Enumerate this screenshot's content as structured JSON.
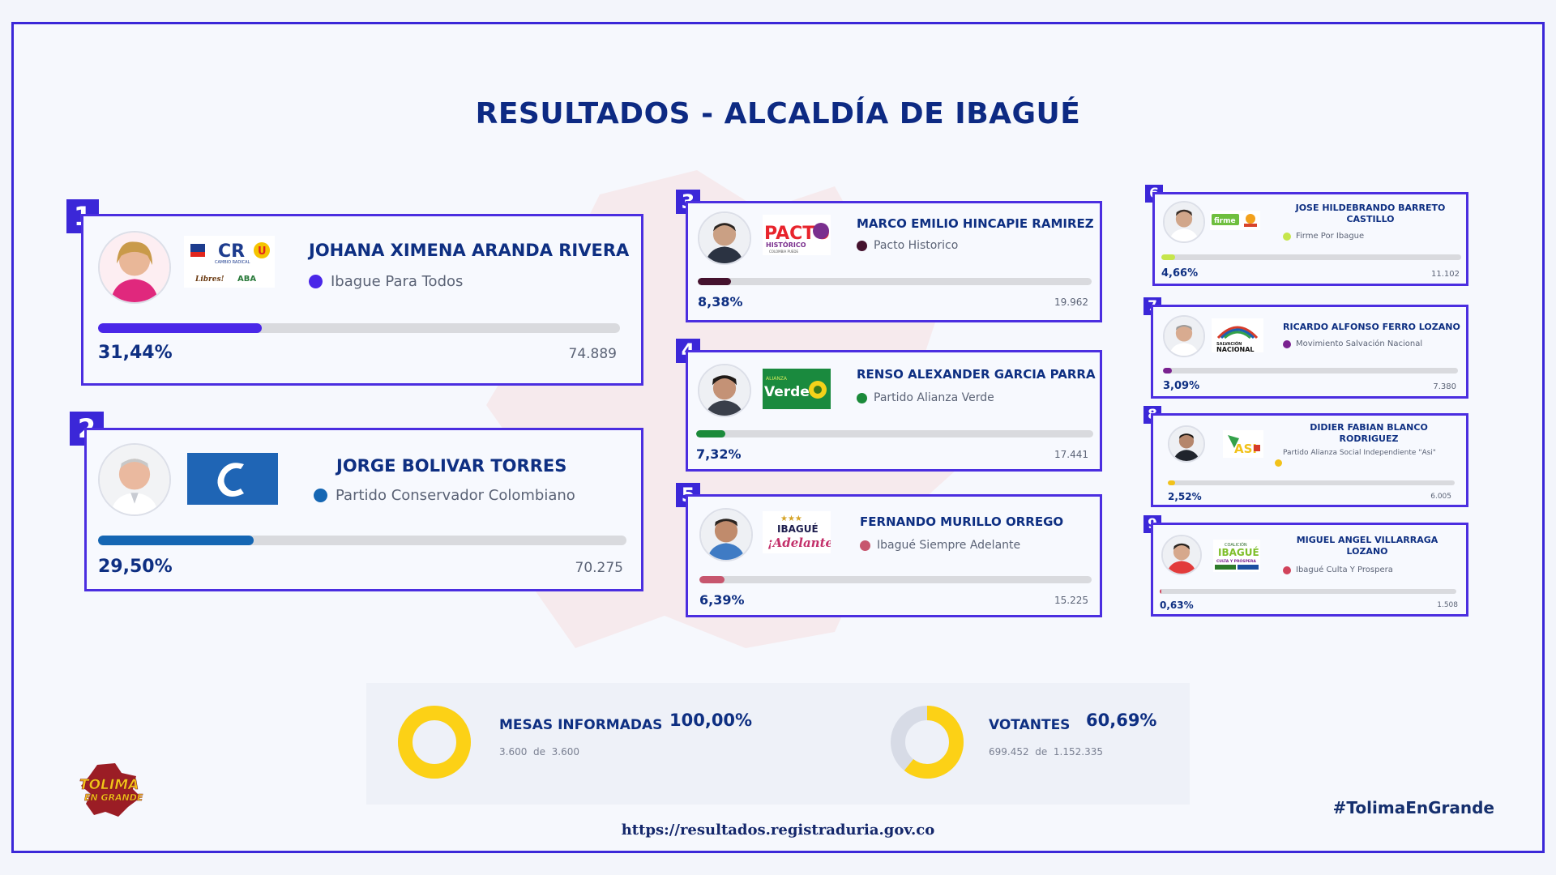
{
  "title": "RESULTADOS - ALCALDÍA DE IBAGUÉ",
  "colors": {
    "frame": "#3b27d8",
    "navy": "#0e2f82",
    "bar_track": "#d9dade",
    "ring_yellow": "#fcd116"
  },
  "candidates": [
    {
      "rank": "1",
      "name": "JOHANA XIMENA ARANDA RIVERA",
      "party": "Ibague Para Todos",
      "color": "#4a27e8",
      "percent": "31,44%",
      "share": 0.3144,
      "votes": "74.889"
    },
    {
      "rank": "2",
      "name": "JORGE BOLIVAR TORRES",
      "party": "Partido Conservador Colombiano",
      "color": "#1566b3",
      "percent": "29,50%",
      "share": 0.295,
      "votes": "70.275"
    },
    {
      "rank": "3",
      "name": "MARCO EMILIO HINCAPIE RAMIREZ",
      "party": "Pacto Historico",
      "color": "#45122e",
      "percent": "8,38%",
      "share": 0.0838,
      "votes": "19.962"
    },
    {
      "rank": "4",
      "name": "RENSO ALEXANDER GARCIA PARRA",
      "party": "Partido Alianza Verde",
      "color": "#1b8a3a",
      "percent": "7,32%",
      "share": 0.0732,
      "votes": "17.441"
    },
    {
      "rank": "5",
      "name": "FERNANDO MURILLO ORREGO",
      "party": "Ibagué Siempre Adelante",
      "color": "#c7566e",
      "percent": "6,39%",
      "share": 0.0639,
      "votes": "15.225"
    },
    {
      "rank": "6",
      "name": "JOSE HILDEBRANDO BARRETO CASTILLO",
      "party": "Firme Por Ibague",
      "color": "#c6e64c",
      "percent": "4,66%",
      "share": 0.0466,
      "votes": "11.102"
    },
    {
      "rank": "7",
      "name": "RICARDO ALFONSO FERRO LOZANO",
      "party": "Movimiento Salvación Nacional",
      "color": "#7a2290",
      "percent": "3,09%",
      "share": 0.0309,
      "votes": "7.380"
    },
    {
      "rank": "8",
      "name": "DIDIER FABIAN BLANCO RODRIGUEZ",
      "party": "Partido Alianza Social Independiente \"Asi\"",
      "color": "#f2c21a",
      "percent": "2,52%",
      "share": 0.0252,
      "votes": "6.005"
    },
    {
      "rank": "9",
      "name": "MIGUEL ANGEL VILLARRAGA LOZANO",
      "party": "Ibagué Culta Y Prospera",
      "color": "#d1435b",
      "percent": "0,63%",
      "share": 0.0063,
      "votes": "1.508"
    }
  ],
  "logos": {
    "c1": {
      "line1": "CR",
      "line2": "CAMBIO RADICAL",
      "line3": "ABA"
    },
    "c3": {
      "word": "PACTO",
      "sub": "HISTÓRICO",
      "tiny": "COLOMBIA PUEDE"
    },
    "c4": {
      "top": "ALIANZA",
      "word": "Verde"
    },
    "c5": {
      "stars": "★★★",
      "word": "IBAGUÉ",
      "sub": "¡Adelante!"
    },
    "c6": {
      "word": "firme"
    },
    "c7": {
      "line1": "SALVACIÓN",
      "line2": "NACIONAL"
    },
    "c8": {
      "word": "ASI"
    },
    "c9": {
      "top": "COALICIÓN",
      "word": "IBAGUÉ",
      "sub": "CULTA Y PRÓSPERA"
    }
  },
  "stats": {
    "mesas": {
      "label": "MESAS INFORMADAS",
      "value": "100,00%",
      "share": 1.0,
      "reported": "3.600",
      "of": "de",
      "total": "3.600"
    },
    "votantes": {
      "label": "VOTANTES",
      "value": "60,69%",
      "share": 0.6069,
      "reported": "699.452",
      "of": "de",
      "total": "1.152.335"
    }
  },
  "footer": {
    "url": "https://resultados.registraduria.gov.co",
    "hashtag": "#TolimaEnGrande",
    "brand_line1": "TOLIMA",
    "brand_line2": "EN GRANDE"
  }
}
